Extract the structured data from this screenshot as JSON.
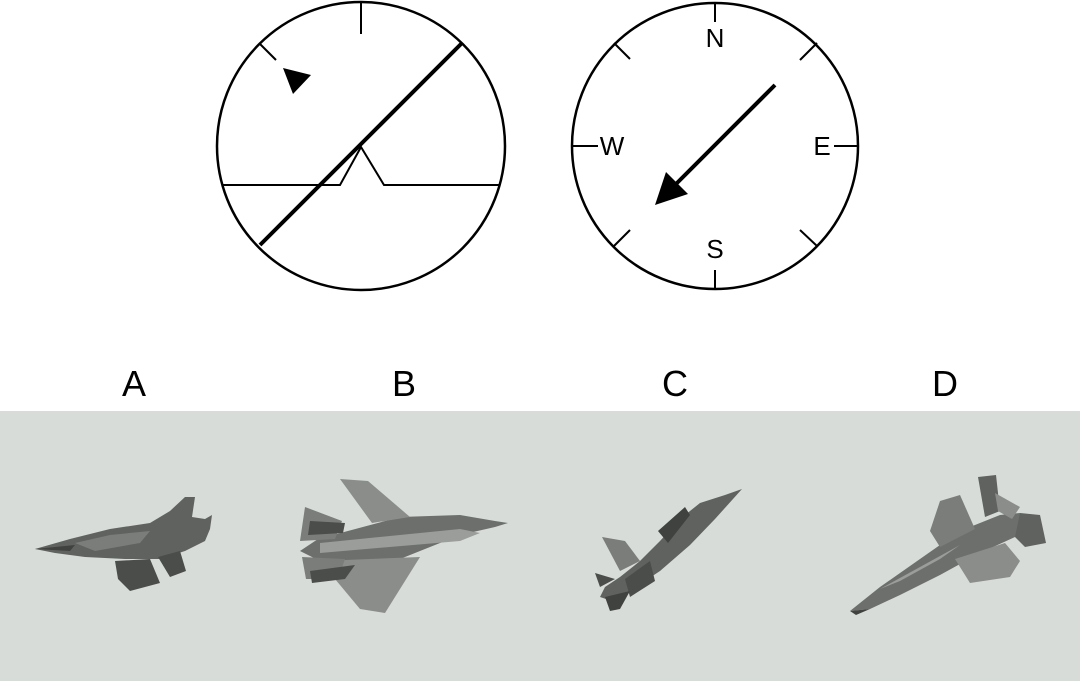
{
  "compass": {
    "north": "N",
    "south": "S",
    "east": "E",
    "west": "W"
  },
  "options": [
    {
      "label": "A"
    },
    {
      "label": "B"
    },
    {
      "label": "C"
    },
    {
      "label": "D"
    }
  ],
  "colors": {
    "panel_background": "#d8dcd8",
    "aircraft_body": "#5f625f",
    "aircraft_dark": "#3f423f",
    "aircraft_light": "#8a8d8a",
    "ink": "#000000"
  }
}
